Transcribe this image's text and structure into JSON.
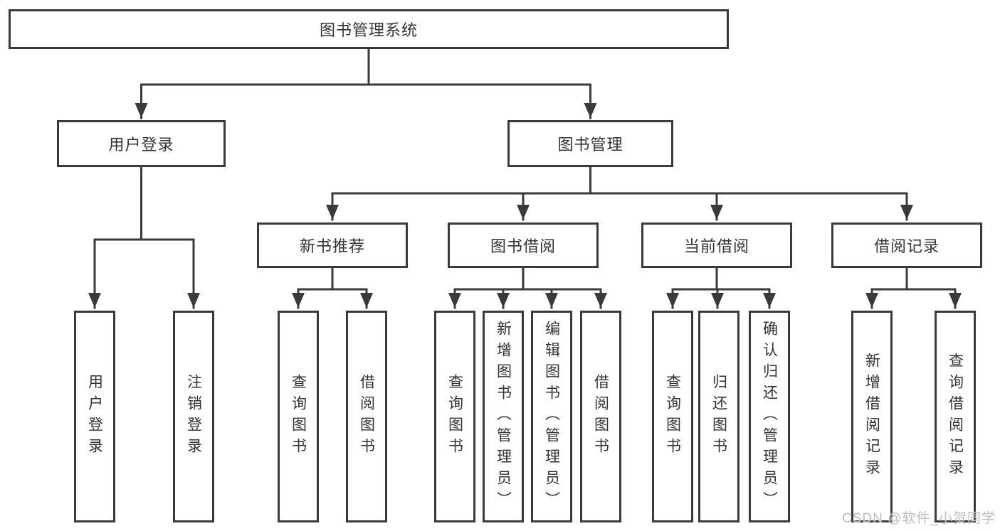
{
  "diagram": {
    "title": "图书管理系统",
    "watermark": "CSDN @软件_小贺同学",
    "colors": {
      "line": "#3a3a3a",
      "text": "#333333",
      "box_background": "#ffffff",
      "watermark": "#b9bcc1"
    },
    "root": {
      "label": "图书管理系统",
      "children": [
        {
          "label": "用户登录",
          "children": [
            {
              "label": "用户登录"
            },
            {
              "label": "注销登录"
            }
          ]
        },
        {
          "label": "图书管理",
          "children": [
            {
              "label": "新书推荐",
              "children": [
                {
                  "label": "查询图书"
                },
                {
                  "label": "借阅图书"
                }
              ]
            },
            {
              "label": "图书借阅",
              "children": [
                {
                  "label": "查询图书"
                },
                {
                  "label": "新增图书（管理员）"
                },
                {
                  "label": "编辑图书（管理员）"
                },
                {
                  "label": "借阅图书"
                }
              ]
            },
            {
              "label": "当前借阅",
              "children": [
                {
                  "label": "查询图书"
                },
                {
                  "label": "归还图书"
                },
                {
                  "label": "确认归还（管理员）"
                }
              ]
            },
            {
              "label": "借阅记录",
              "children": [
                {
                  "label": "新增借阅记录"
                },
                {
                  "label": "查询借阅记录"
                }
              ]
            }
          ]
        }
      ]
    }
  }
}
